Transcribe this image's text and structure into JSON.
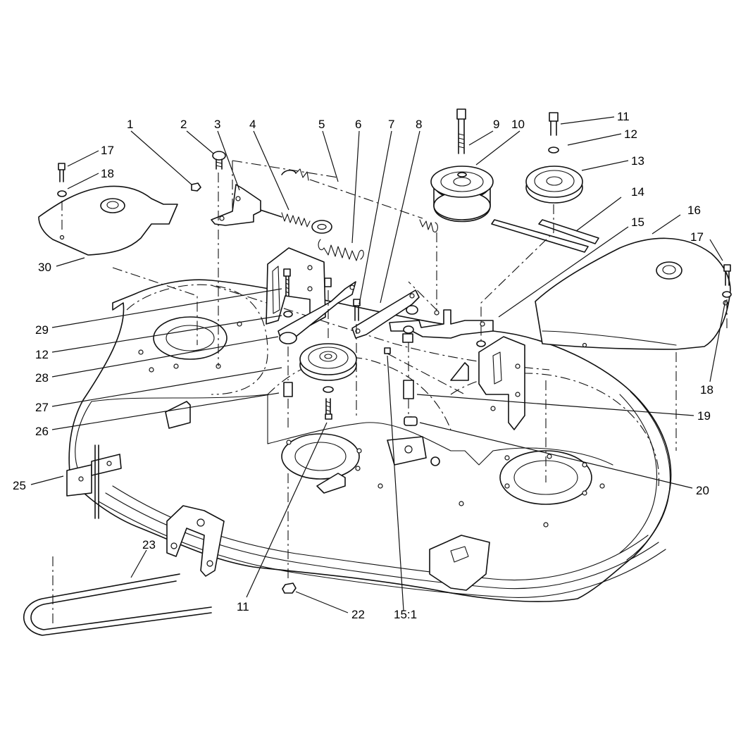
{
  "callouts": [
    {
      "id": "c1",
      "label": "1"
    },
    {
      "id": "c2",
      "label": "2"
    },
    {
      "id": "c3",
      "label": "3"
    },
    {
      "id": "c4",
      "label": "4"
    },
    {
      "id": "c5",
      "label": "5"
    },
    {
      "id": "c6",
      "label": "6"
    },
    {
      "id": "c7",
      "label": "7"
    },
    {
      "id": "c8",
      "label": "8"
    },
    {
      "id": "c9",
      "label": "9"
    },
    {
      "id": "c10",
      "label": "10"
    },
    {
      "id": "c11a",
      "label": "11"
    },
    {
      "id": "c12a",
      "label": "12"
    },
    {
      "id": "c13",
      "label": "13"
    },
    {
      "id": "c14",
      "label": "14"
    },
    {
      "id": "c15",
      "label": "15"
    },
    {
      "id": "c16",
      "label": "16"
    },
    {
      "id": "c17a",
      "label": "17"
    },
    {
      "id": "c18a",
      "label": "18"
    },
    {
      "id": "c17b",
      "label": "17"
    },
    {
      "id": "c18b",
      "label": "18"
    },
    {
      "id": "c19",
      "label": "19"
    },
    {
      "id": "c20",
      "label": "20"
    },
    {
      "id": "c30",
      "label": "30"
    },
    {
      "id": "c29",
      "label": "29"
    },
    {
      "id": "c12b",
      "label": "12"
    },
    {
      "id": "c28",
      "label": "28"
    },
    {
      "id": "c27",
      "label": "27"
    },
    {
      "id": "c26",
      "label": "26"
    },
    {
      "id": "c25",
      "label": "25"
    },
    {
      "id": "c23",
      "label": "23"
    },
    {
      "id": "c11b",
      "label": "11"
    },
    {
      "id": "c22",
      "label": "22"
    },
    {
      "id": "c151",
      "label": "15:1"
    }
  ]
}
